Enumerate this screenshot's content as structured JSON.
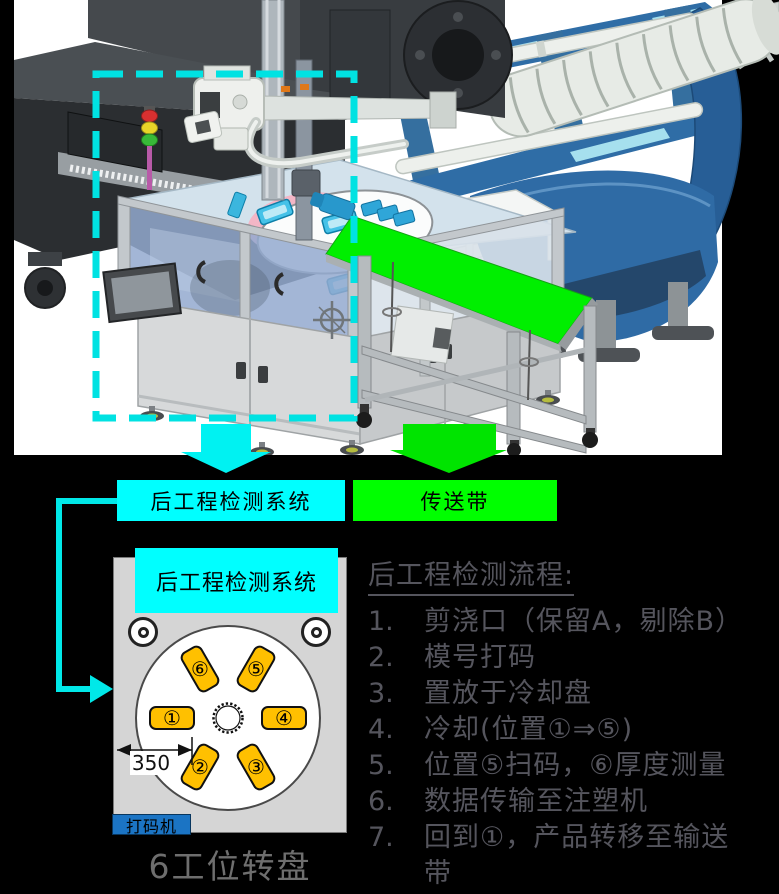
{
  "callouts": {
    "inspection_label": "后工程检测系统",
    "conveyor_label": "传送带"
  },
  "turntable": {
    "panel_label": "后工程检测系统",
    "stations": [
      {
        "label": "①"
      },
      {
        "label": "②"
      },
      {
        "label": "③"
      },
      {
        "label": "④"
      },
      {
        "label": "⑤"
      },
      {
        "label": "⑥"
      }
    ],
    "dimension_mm": "350",
    "marker_label": "打码机",
    "caption": "6工位转盘"
  },
  "flow": {
    "title": "后工程检测流程:",
    "items": [
      {
        "num": "1.",
        "text": "剪浇口（保留A，剔除B）"
      },
      {
        "num": "2.",
        "text": "模号打码"
      },
      {
        "num": "3.",
        "text": "置放于冷却盘"
      },
      {
        "num": "4.",
        "text": "冷却(位置①⇒⑤)"
      },
      {
        "num": "5.",
        "text": "位置⑤扫码，⑥厚度测量"
      },
      {
        "num": "6.",
        "text": "数据传输至注塑机"
      },
      {
        "num": "7.",
        "text": "回到①，产品转移至输送带"
      }
    ]
  },
  "colors": {
    "accent_cyan": "#00FFFF",
    "accent_green": "#00FF00",
    "station_yellow": "#FFC000",
    "panel_gray": "#D5D5D5",
    "marker_blue": "#1B74C4",
    "flow_text_gray": "#55555D",
    "machine_blue": "#2F6DA6",
    "belt_green": "#00EF00"
  }
}
